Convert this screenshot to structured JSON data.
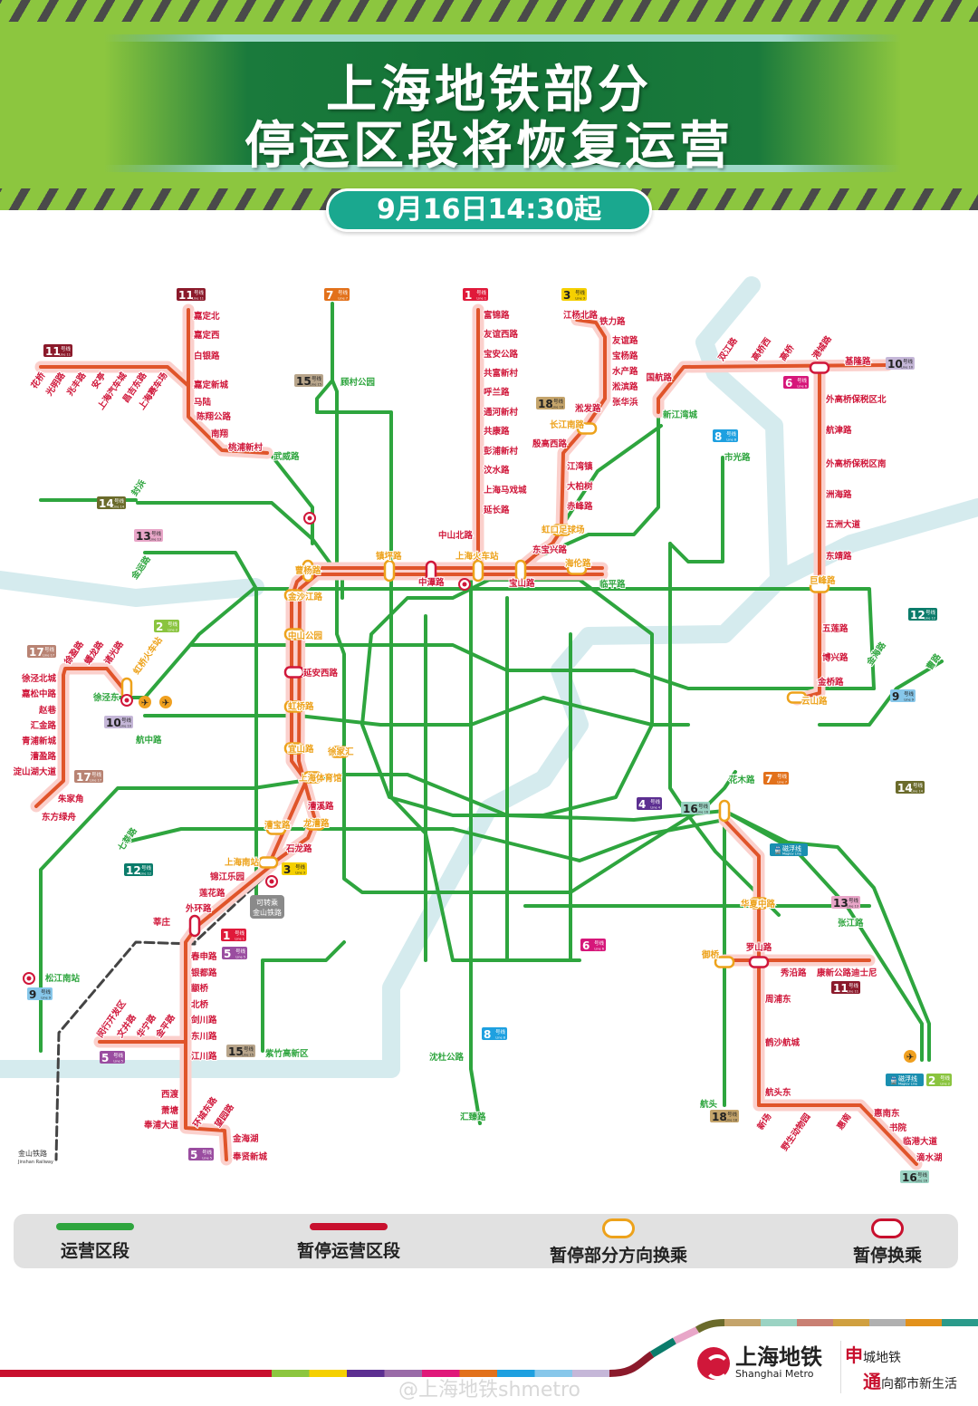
{
  "header": {
    "title_line1": "上海地铁部分",
    "title_line2": "停运区段将恢复运营",
    "date": "9月16日14:30起"
  },
  "colors": {
    "operating": "#2ea53e",
    "suspended": "#d0173a",
    "partial_transfer": "#eda21b",
    "suspended_line": "#e0542a",
    "halo": "#fbd0cc",
    "river": "#d5ebee"
  },
  "legend": [
    {
      "label": "运营区段",
      "kind": "bar",
      "color": "#2ea53e"
    },
    {
      "label": "暂停运营区段",
      "kind": "bar",
      "color": "#c8102e"
    },
    {
      "label": "暂停部分方向换乘",
      "kind": "ring",
      "color": "#eda21b"
    },
    {
      "label": "暂停换乘",
      "kind": "ring",
      "color": "#c8102e"
    }
  ],
  "map": {
    "badges": [
      {
        "num": "11",
        "suffix": "号线",
        "en": "Line 11",
        "color": "#8b1a2b"
      },
      {
        "num": "11",
        "suffix": "号线",
        "en": "Line 11",
        "color": "#8b1a2b"
      },
      {
        "num": "11",
        "suffix": "号线",
        "en": "Line 11",
        "color": "#8b1a2b"
      },
      {
        "num": "7",
        "suffix": "号线",
        "en": "Line 7",
        "color": "#e2711b"
      },
      {
        "num": "7",
        "suffix": "号线",
        "en": "Line 7",
        "color": "#e2711b"
      },
      {
        "num": "1",
        "suffix": "号线",
        "en": "Line 1",
        "color": "#e0193a"
      },
      {
        "num": "1",
        "suffix": "号线",
        "en": "Line 1",
        "color": "#e0193a"
      },
      {
        "num": "3",
        "suffix": "号线",
        "en": "Line 3",
        "color": "#f5d000"
      },
      {
        "num": "3",
        "suffix": "号线",
        "en": "Line 3",
        "color": "#f5d000"
      },
      {
        "num": "15",
        "suffix": "号线",
        "en": "Line 15",
        "color": "#b8a58b"
      },
      {
        "num": "15",
        "suffix": "号线",
        "en": "Line 15",
        "color": "#b8a58b"
      },
      {
        "num": "18",
        "suffix": "号线",
        "en": "Line 18",
        "color": "#c4a46b"
      },
      {
        "num": "18",
        "suffix": "号线",
        "en": "Line 18",
        "color": "#c4a46b"
      },
      {
        "num": "10",
        "suffix": "号线",
        "en": "Line 10",
        "color": "#c5b7d8"
      },
      {
        "num": "10",
        "suffix": "号线",
        "en": "Line 10",
        "color": "#c5b7d8"
      },
      {
        "num": "6",
        "suffix": "号线",
        "en": "Line 6",
        "color": "#d6177a"
      },
      {
        "num": "6",
        "suffix": "号线",
        "en": "Line 6",
        "color": "#d6177a"
      },
      {
        "num": "8",
        "suffix": "号线",
        "en": "Line 8",
        "color": "#1ea0e0"
      },
      {
        "num": "8",
        "suffix": "号线",
        "en": "Line 8",
        "color": "#1ea0e0"
      },
      {
        "num": "14",
        "suffix": "号线",
        "en": "Line 14",
        "color": "#6b6b2b"
      },
      {
        "num": "14",
        "suffix": "号线",
        "en": "Line 14",
        "color": "#6b6b2b"
      },
      {
        "num": "13",
        "suffix": "号线",
        "en": "Line 13",
        "color": "#e8a6c8"
      },
      {
        "num": "13",
        "suffix": "号线",
        "en": "Line 13",
        "color": "#e8a6c8"
      },
      {
        "num": "2",
        "suffix": "号线",
        "en": "Line 2",
        "color": "#8ac43f"
      },
      {
        "num": "2",
        "suffix": "号线",
        "en": "Line 2",
        "color": "#8ac43f"
      },
      {
        "num": "17",
        "suffix": "号线",
        "en": "Line 17",
        "color": "#b88373"
      },
      {
        "num": "17",
        "suffix": "号线",
        "en": "Line 17",
        "color": "#b88373"
      },
      {
        "num": "12",
        "suffix": "号线",
        "en": "Line 12",
        "color": "#0b7c6b"
      },
      {
        "num": "12",
        "suffix": "号线",
        "en": "Line 12",
        "color": "#0b7c6b"
      },
      {
        "num": "9",
        "suffix": "号线",
        "en": "Line 9",
        "color": "#87c7ea"
      },
      {
        "num": "9",
        "suffix": "号线",
        "en": "Line 9",
        "color": "#87c7ea"
      },
      {
        "num": "4",
        "suffix": "号线",
        "en": "Line 4",
        "color": "#5c2f91"
      },
      {
        "num": "16",
        "suffix": "号线",
        "en": "Line 16",
        "color": "#9bd3c3"
      },
      {
        "num": "16",
        "suffix": "号线",
        "en": "Line 16",
        "color": "#9bd3c3"
      },
      {
        "num": "5",
        "suffix": "号线",
        "en": "Line 5",
        "color": "#9a4da0"
      },
      {
        "num": "5",
        "suffix": "号线",
        "en": "Line 5",
        "color": "#9a4da0"
      },
      {
        "num": "5",
        "suffix": "号线",
        "en": "Line 5",
        "color": "#9a4da0"
      }
    ],
    "maglev": [
      {
        "label": "磁浮线",
        "en": "Maglev Line",
        "color": "#1a8fb0"
      },
      {
        "label": "磁浮线",
        "en": "Maglev Line",
        "color": "#1a8fb0"
      }
    ],
    "station_groups": {
      "l11_north": {
        "status": "suspended",
        "names": [
          "嘉定北",
          "嘉定西",
          "白银路",
          "嘉定新城",
          "马陆",
          "陈翔公路",
          "南翔",
          "桃浦新村"
        ]
      },
      "l11_west": {
        "status": "suspended",
        "names": [
          "花桥",
          "光明路",
          "兆丰路",
          "安亭",
          "上海汽车城",
          "昌吉东路",
          "上海赛车场"
        ]
      },
      "l1_north": {
        "status": "suspended",
        "names": [
          "富锦路",
          "友谊西路",
          "宝安公路",
          "共富新村",
          "呼兰路",
          "通河新村",
          "共康路",
          "彭浦新村",
          "汶水路",
          "上海马戏城",
          "延长路",
          "中山北路"
        ]
      },
      "l3_north": {
        "status": "suspended",
        "names": [
          "江杨北路",
          "铁力路",
          "友谊路",
          "宝杨路",
          "水产路",
          "淞滨路",
          "张华浜",
          "淞发路",
          "殷高西路",
          "江湾镇",
          "大柏树",
          "赤峰路",
          "东宝兴路"
        ]
      },
      "l34_core": {
        "status": "suspended",
        "names": [
          "中潭路",
          "宝山路",
          "延安西路",
          "漕溪路",
          "石龙路"
        ]
      },
      "partial": {
        "status": "partial",
        "names": [
          "长江南路",
          "虹口足球场",
          "曹杨路",
          "镇坪路",
          "上海火车站",
          "海伦路",
          "金沙江路",
          "中山公园",
          "虹桥路",
          "宜山路",
          "徐家汇",
          "上海体育馆",
          "漕宝路",
          "龙漕路",
          "上海南站",
          "巨峰路",
          "云山路",
          "华夏中路",
          "御桥",
          "虹桥火车站"
        ]
      },
      "l1_l5_south": {
        "status": "suspended",
        "names": [
          "锦江乐园",
          "莲花路",
          "外环路",
          "莘庄",
          "春申路",
          "银都路",
          "颛桥",
          "北桥",
          "剑川路",
          "东川路",
          "江川路",
          "西渡",
          "萧塘",
          "奉浦大道",
          "环城东路",
          "望园路",
          "金海湖",
          "奉贤新城",
          "闵行开发区",
          "文井路",
          "华宁路",
          "金平路"
        ]
      },
      "l17": {
        "status": "suspended",
        "names": [
          "徐泾北城",
          "嘉松中路",
          "赵巷",
          "汇金路",
          "青浦新城",
          "漕盈路",
          "淀山湖大道",
          "朱家角",
          "东方绿舟",
          "徐盈路",
          "蟠龙路",
          "诸光路"
        ]
      },
      "l6": {
        "status": "suspended",
        "names": [
          "国航路",
          "双江路",
          "高桥西",
          "高桥",
          "港城路",
          "基隆路",
          "外高桥保税区北",
          "航津路",
          "外高桥保税区南",
          "洲海路",
          "五洲大道",
          "东靖路",
          "五莲路",
          "博兴路",
          "金桥路"
        ]
      },
      "l16_l11": {
        "status": "suspended",
        "names": [
          "罗山路",
          "秀沿路",
          "康新公路",
          "迪士尼",
          "周浦东",
          "鹤沙航城",
          "航头东",
          "新场",
          "野生动物园",
          "惠南",
          "惠南东",
          "书院",
          "临港大道",
          "滴水湖"
        ]
      },
      "operating": {
        "status": "operating",
        "names": [
          "武威路",
          "封浜",
          "金运路",
          "徐泾东",
          "航中路",
          "顾村公园",
          "新江湾城",
          "市光路",
          "临平路",
          "花木路",
          "张江路",
          "航头",
          "松江南站",
          "紫竹高新区",
          "沈杜公路",
          "汇臻路",
          "七莘路",
          "金海路",
          "曹路"
        ]
      }
    },
    "jinshan": {
      "label": "金山铁路",
      "en": "Jinshan Railway",
      "note_line1": "可转乘",
      "note_line2": "金山铁路"
    }
  },
  "footer": {
    "logo_cn": "上海地铁",
    "logo_en": "Shanghai Metro",
    "slogan_1_lead": "申",
    "slogan_1_rest": "城地铁",
    "slogan_2_lead": "通",
    "slogan_2_rest": "向都市新生活",
    "watermark": "@上海地铁shmetro"
  }
}
